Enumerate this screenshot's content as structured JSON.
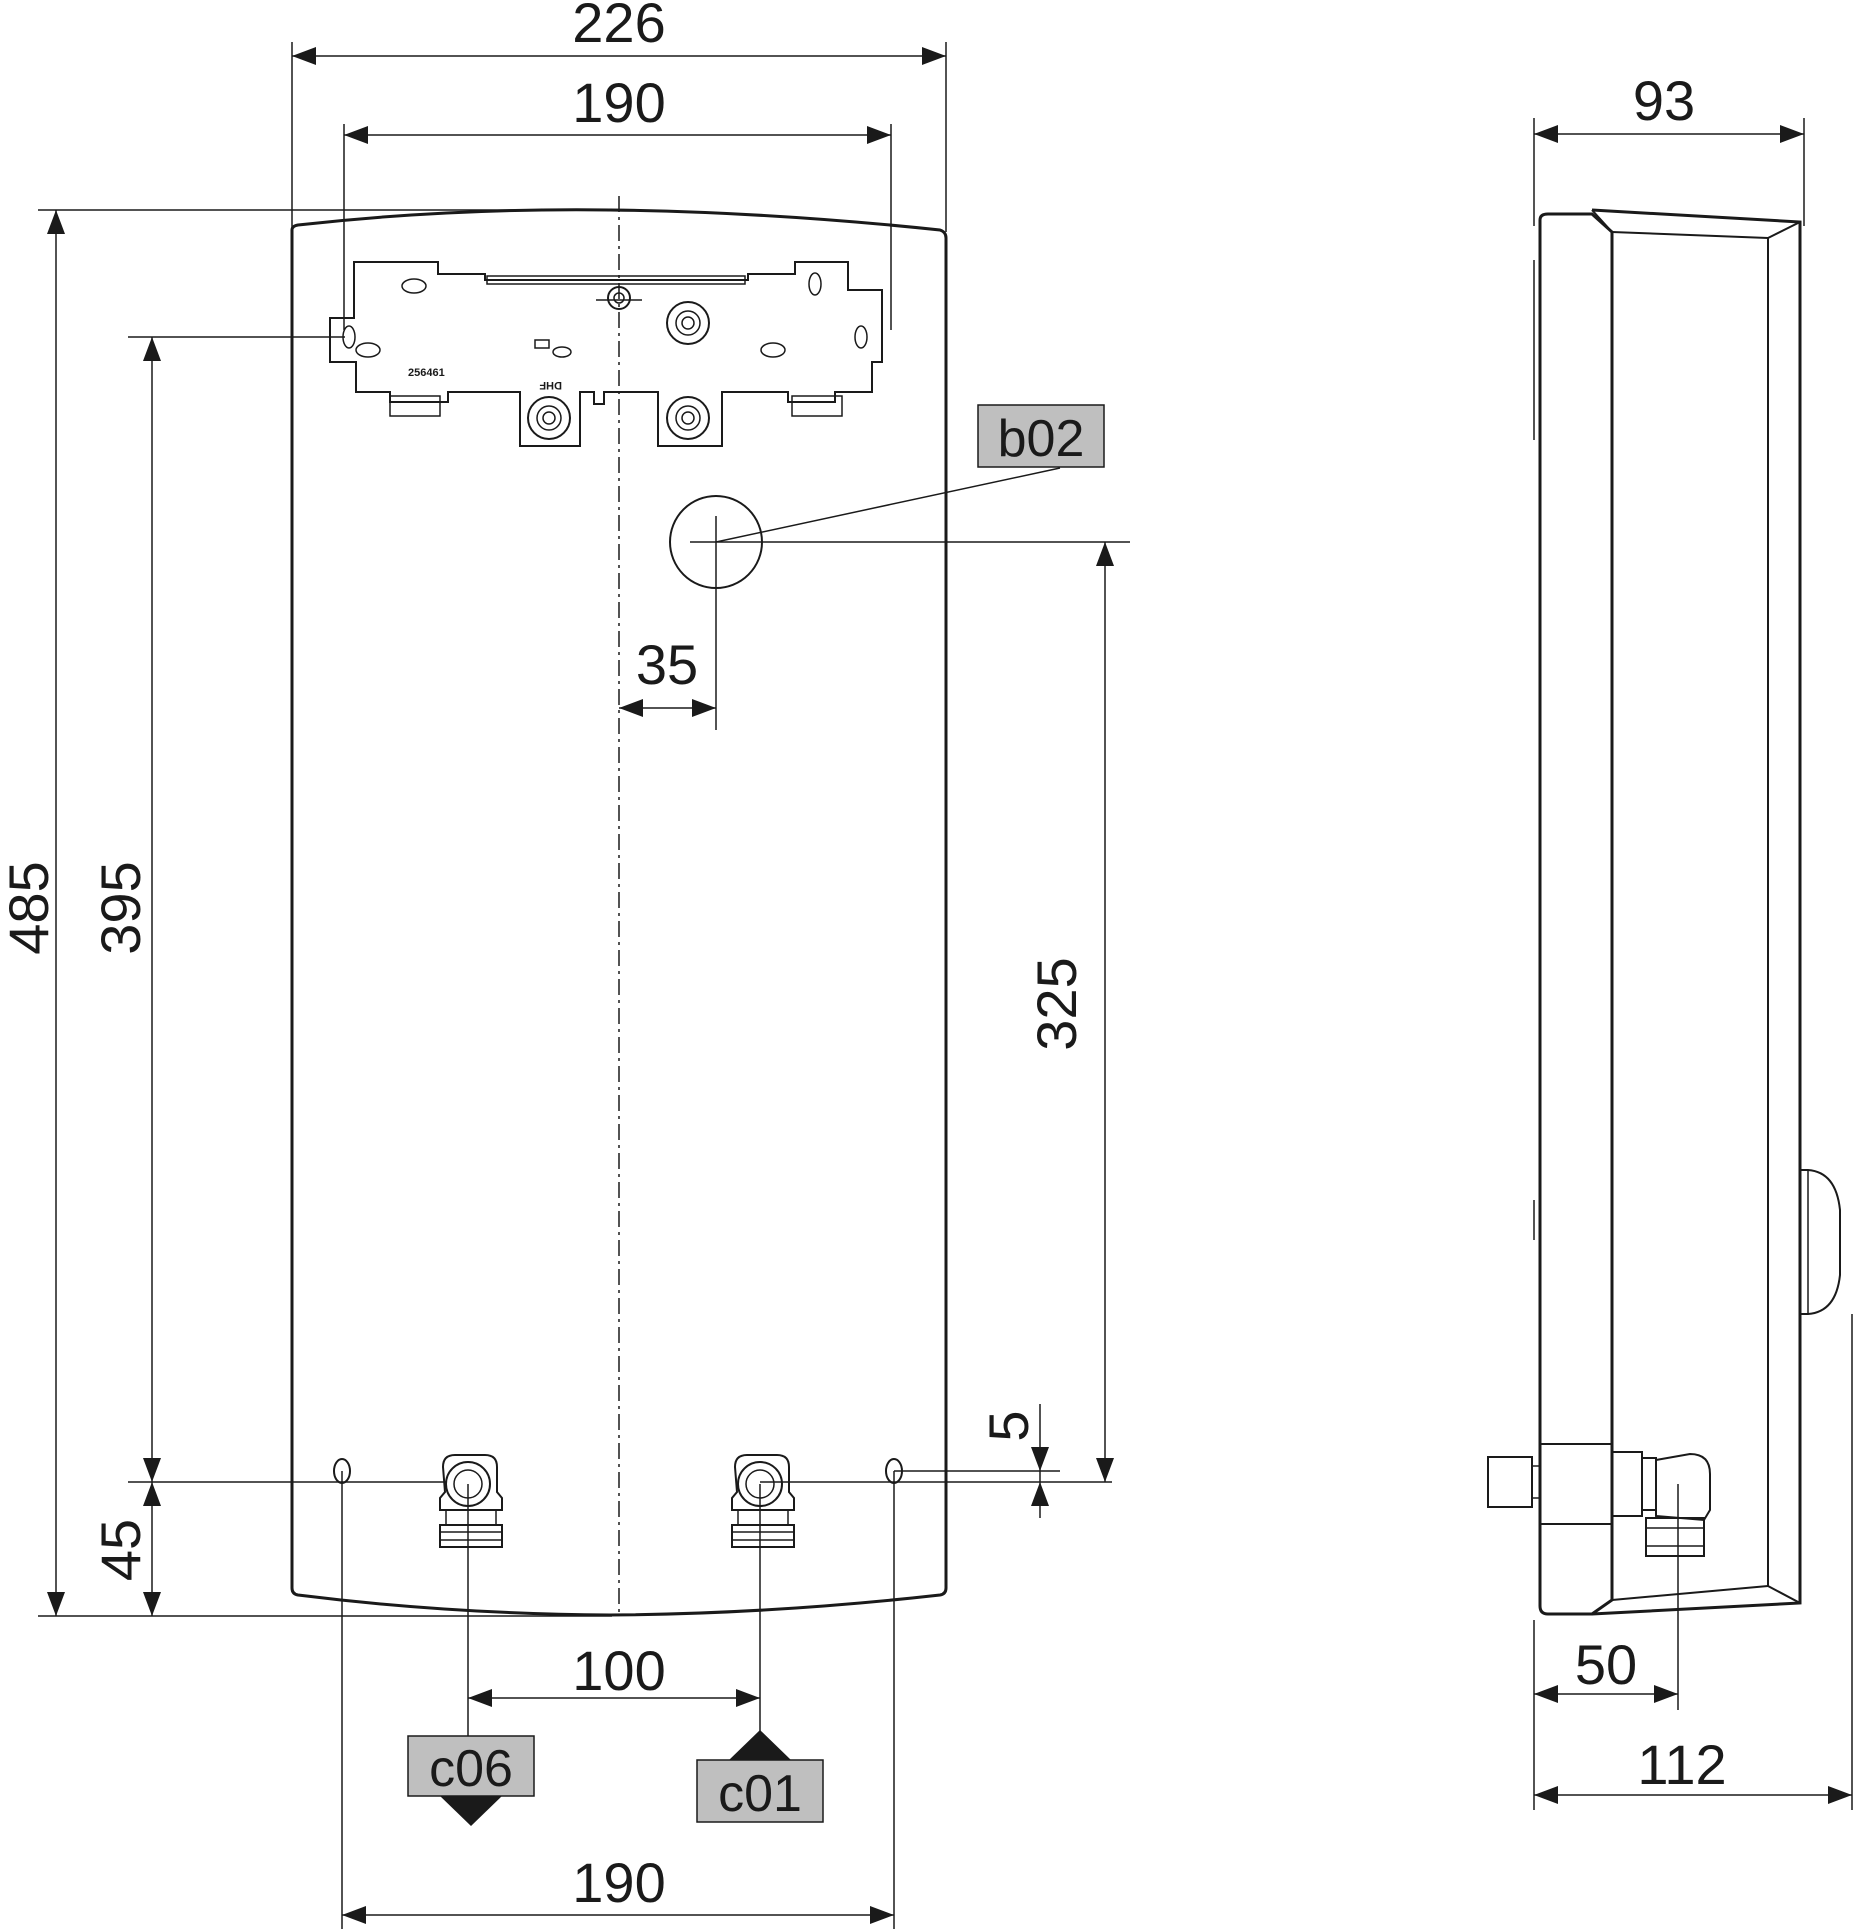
{
  "front_view": {
    "dim_overall_width": "226",
    "dim_bracket_width": "190",
    "dim_overall_height": "485",
    "dim_bracket_to_pipe": "395",
    "dim_pipe_to_bottom": "45",
    "dim_b02_offset": "35",
    "dim_b02_to_pipe": "325",
    "dim_small_offset": "5",
    "dim_pipe_spacing": "100",
    "dim_bottom_hole_spacing": "190",
    "bracket_part_number": "256461",
    "bracket_logo": "DHF"
  },
  "side_view": {
    "dim_depth": "93",
    "dim_pipe_depth": "50",
    "dim_overall_depth": "112"
  },
  "labels": {
    "b02": "b02",
    "c06": "c06",
    "c01": "c01"
  },
  "colors": {
    "line": "#1a1a1a",
    "label_fill": "#bfbfbf",
    "background": "#ffffff"
  }
}
